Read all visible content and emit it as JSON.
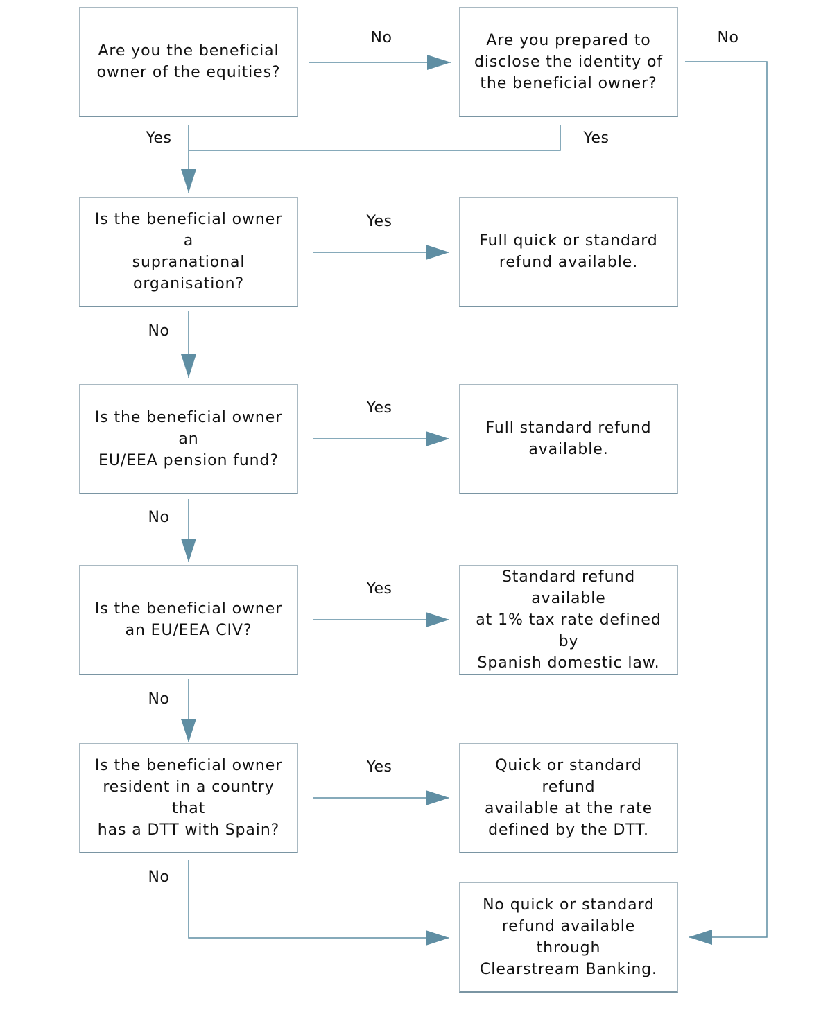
{
  "diagram": {
    "colors": {
      "line": "#5f8ea3",
      "box_border": "#a9b9c2",
      "text": "#111111"
    },
    "questions": [
      {
        "id": "q1",
        "text": "Are you the beneficial\nowner of the equities?"
      },
      {
        "id": "q2",
        "text": "Are you prepared to\ndisclose the identity of\nthe beneficial owner?"
      },
      {
        "id": "q3",
        "text": "Is the beneficial owner a\nsupranational\norganisation?"
      },
      {
        "id": "q4",
        "text": "Is the beneficial owner an\nEU/EEA pension fund?"
      },
      {
        "id": "q5",
        "text": "Is the beneficial owner\nan EU/EEA CIV?"
      },
      {
        "id": "q6",
        "text": "Is the beneficial owner\nresident in a country that\nhas a DTT with Spain?"
      }
    ],
    "outcomes": [
      {
        "id": "o1",
        "text": "Full quick or standard\nrefund available."
      },
      {
        "id": "o2",
        "text": "Full standard refund\navailable."
      },
      {
        "id": "o3",
        "text": "Standard refund available\nat 1% tax rate defined by\nSpanish domestic law."
      },
      {
        "id": "o4",
        "text": "Quick or standard refund\navailable at the rate\ndefined by the DTT."
      },
      {
        "id": "o5",
        "text": "No quick or standard\nrefund available through\nClearstream Banking."
      }
    ],
    "edges": [
      {
        "from": "q1",
        "to": "q2",
        "label": "No"
      },
      {
        "from": "q2",
        "to": "o5",
        "label": "No"
      },
      {
        "from": "q1",
        "to": "q3",
        "label": "Yes"
      },
      {
        "from": "q2",
        "to": "q3",
        "label": "Yes"
      },
      {
        "from": "q3",
        "to": "o1",
        "label": "Yes"
      },
      {
        "from": "q3",
        "to": "q4",
        "label": "No"
      },
      {
        "from": "q4",
        "to": "o2",
        "label": "Yes"
      },
      {
        "from": "q4",
        "to": "q5",
        "label": "No"
      },
      {
        "from": "q5",
        "to": "o3",
        "label": "Yes"
      },
      {
        "from": "q5",
        "to": "q6",
        "label": "No"
      },
      {
        "from": "q6",
        "to": "o4",
        "label": "Yes"
      },
      {
        "from": "q6",
        "to": "o5",
        "label": "No"
      }
    ]
  }
}
